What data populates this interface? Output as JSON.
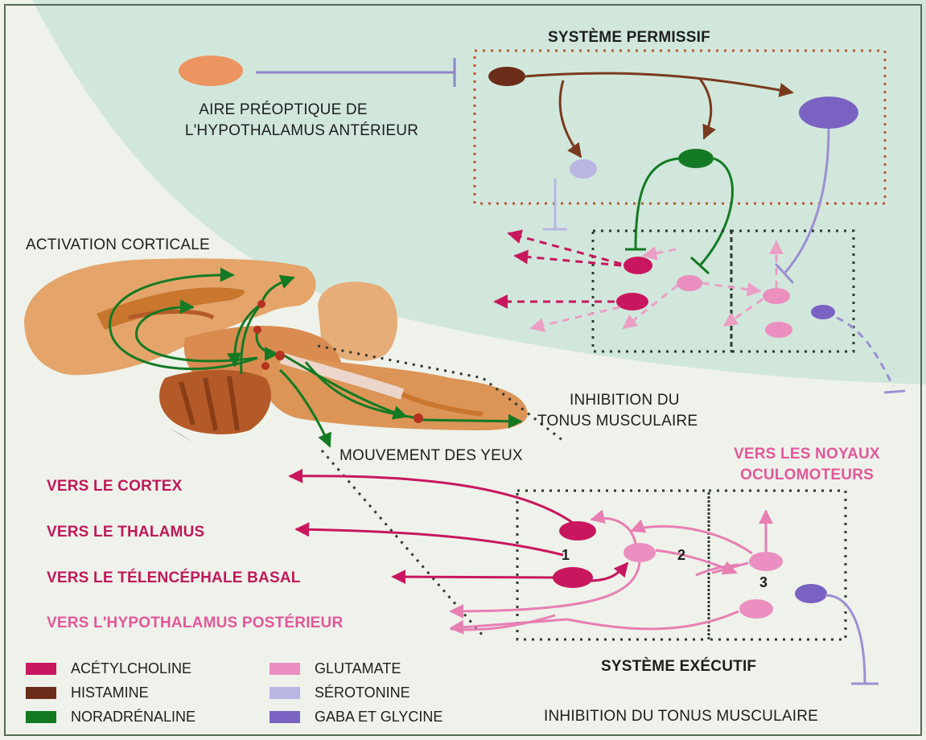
{
  "systems": {
    "permissive": "SYSTÈME PERMISSIF",
    "executive": "SYSTÈME EXÉCUTIF"
  },
  "labels": {
    "preoptic_line1": "AIRE PRÉOPTIQUE DE",
    "preoptic_line2": "L'HYPOTHALAMUS ANTÉRIEUR",
    "cortical": "ACTIVATION CORTICALE",
    "inhib_tonus_line1": "INHIBITION DU",
    "inhib_tonus_line2": "TONUS MUSCULAIRE",
    "eye_movement": "MOUVEMENT DES YEUX",
    "to_oculo_line1": "VERS LES NOYAUX",
    "to_oculo_line2": "OCULOMOTEURS",
    "to_cortex": "VERS LE CORTEX",
    "to_thalamus": "VERS LE THALAMUS",
    "to_basal": "VERS LE TÉLENCÉPHALE BASAL",
    "to_posterior": "VERS L'HYPOTHALAMUS POSTÉRIEUR",
    "inhib_bottom": "INHIBITION DU TONUS MUSCULAIRE"
  },
  "numbers": {
    "n1": "1",
    "n2": "2",
    "n3": "3"
  },
  "legend": [
    {
      "label": "ACÉTYLCHOLINE",
      "color": "#c8175e"
    },
    {
      "label": "HISTAMINE",
      "color": "#6b2d1a"
    },
    {
      "label": "NORADRÉNALINE",
      "color": "#137a23"
    },
    {
      "label": "GLUTAMATE",
      "color": "#ea8fbf"
    },
    {
      "label": "SÉROTONINE",
      "color": "#b8b6e3"
    },
    {
      "label": "GABA ET GLYCINE",
      "color": "#7a62c2"
    }
  ],
  "colors": {
    "acetylcholine": "#c8175e",
    "histamine": "#6b2d1a",
    "noradrenaline": "#137a23",
    "glutamate": "#ea8fbf",
    "serotonine": "#b8b6e3",
    "gaba": "#7a62c2",
    "preoptic": "#ec9560",
    "brain": "#df9e62",
    "brain_dark": "#b45a28",
    "background": "#eef2ea",
    "permissive_zone": "#d1e7dc"
  }
}
